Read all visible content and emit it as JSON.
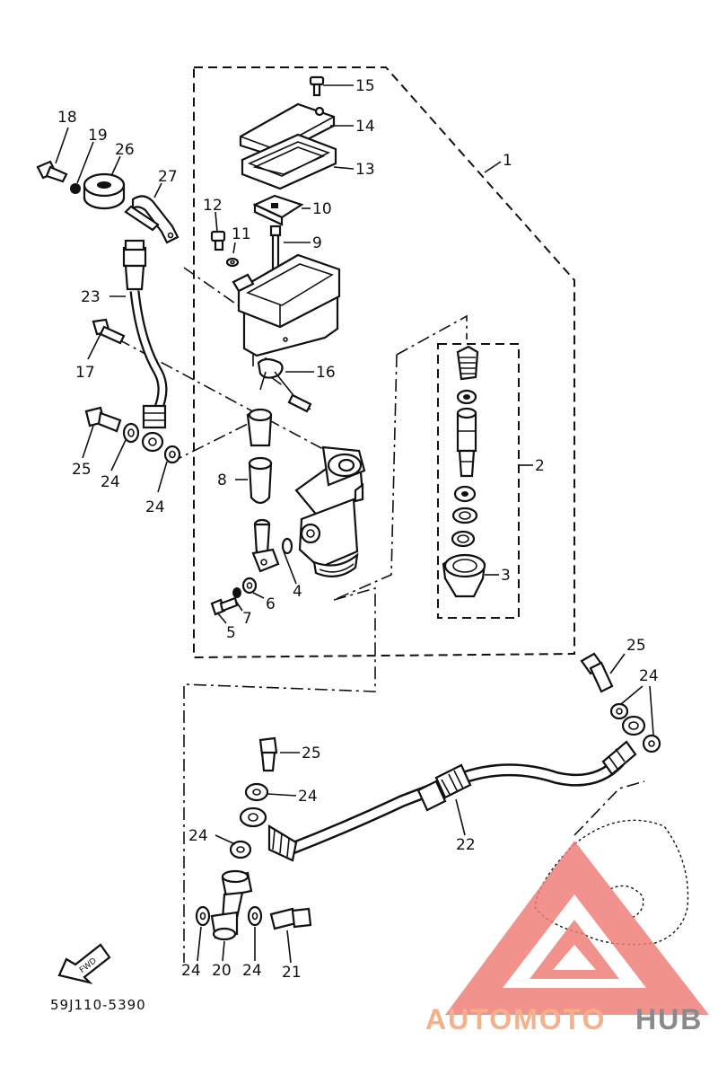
{
  "diagram": {
    "part_code": "59J110-5390",
    "fwd_text": "FWD",
    "callouts": {
      "c1": "1",
      "c2": "2",
      "c3": "3",
      "c4": "4",
      "c5": "5",
      "c6": "6",
      "c7": "7",
      "c8": "8",
      "c9": "9",
      "c10": "10",
      "c11": "11",
      "c12": "12",
      "c13": "13",
      "c14": "14",
      "c15": "15",
      "c16": "16",
      "c17": "17",
      "c18": "18",
      "c19": "19",
      "c20": "20",
      "c21": "21",
      "c22": "22",
      "c23": "23",
      "c24a": "24",
      "c24b": "24",
      "c24c": "24",
      "c24d": "24",
      "c24e": "24",
      "c24f": "24",
      "c24g": "24",
      "c25a": "25",
      "c25b": "25",
      "c25c": "25",
      "c26": "26",
      "c27": "27"
    }
  },
  "watermark": {
    "brand_prefix": "AUTOMOTO",
    "brand_suffix": "HUB",
    "prefix_color": "#f3b08a",
    "suffix_color": "#8a8a8a",
    "logo_color": "#ef7f7a"
  }
}
